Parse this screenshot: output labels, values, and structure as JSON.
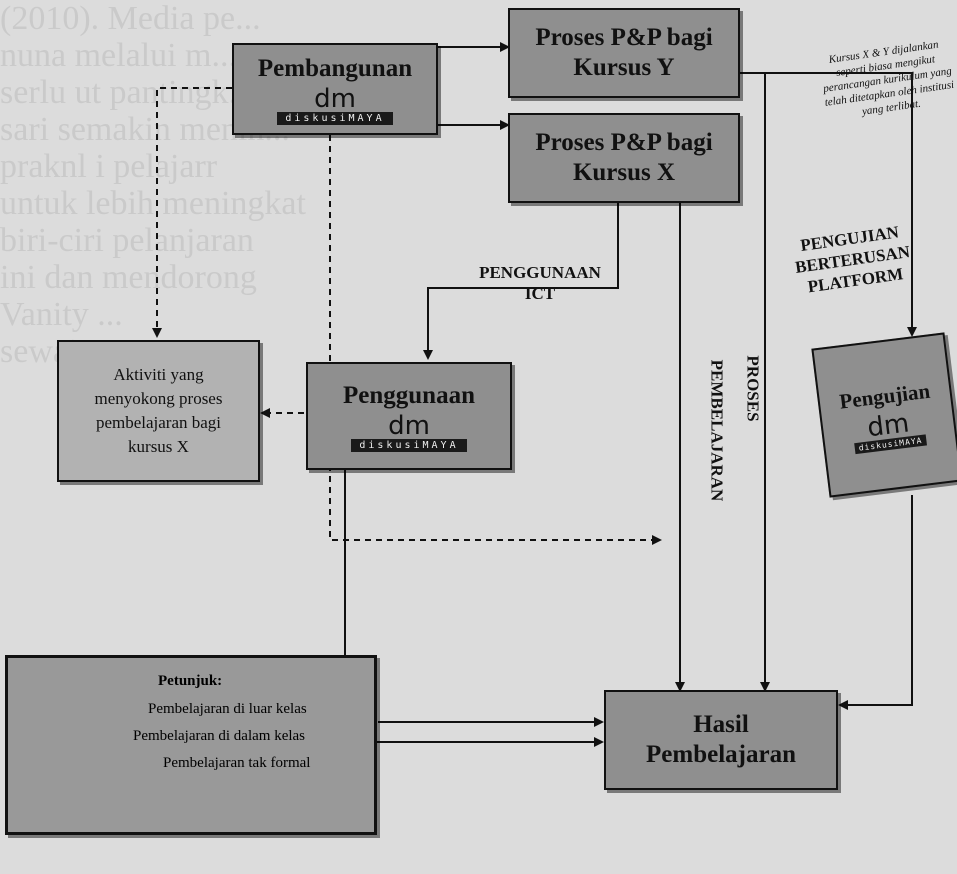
{
  "boxes": {
    "pembangunan": {
      "title": "Pembangunan"
    },
    "proses_y": {
      "line1": "Proses P&P bagi",
      "line2": "Kursus Y"
    },
    "proses_x": {
      "line1": "Proses P&P bagi",
      "line2": "Kursus X"
    },
    "aktiviti": {
      "line1": "Aktiviti yang",
      "line2": "menyokong proses",
      "line3": "pembelajaran bagi",
      "line4": "kursus X"
    },
    "penggunaan": {
      "title": "Penggunaan"
    },
    "pengujian": {
      "title": "Pengujian"
    },
    "hasil": {
      "line1": "Hasil",
      "line2": "Pembelajaran"
    }
  },
  "logo": {
    "mark": "dm",
    "wordmark": "diskusiMAYA"
  },
  "labels": {
    "penggunaan_ict_1": "PENGGUNAAN",
    "penggunaan_ict_2": "ICT",
    "pengujian_1": "PENGUJIAN",
    "pengujian_2": "BERTERUSAN",
    "pengujian_3": "PLATFORM",
    "proses": "PROSES",
    "pembelajaran": "PEMBELAJARAN"
  },
  "note": {
    "line1": "Kursus X & Y dijalankan",
    "line2": "seperti biasa mengikut",
    "line3": "perancangan kurikulum yang",
    "line4": "telah ditetapkan oleh institusi",
    "line5": "yang terlibat."
  },
  "legend": {
    "title": "Petunjuk:",
    "items": [
      {
        "label": "Pembelajaran di luar kelas",
        "style": "solid"
      },
      {
        "label": "Pembelajaran di dalam kelas",
        "style": "solid"
      },
      {
        "label": "Pembelajaran tak formal",
        "style": "dashed"
      }
    ]
  },
  "colors": {
    "box_fill": "#8f8f8f",
    "box_light": "#b2b2b2",
    "line": "#111111",
    "page": "#dcdcdc"
  },
  "background_text": "(2010). Media pe...\nnuna melalui m...\nserlu ut pantingk...\nsari semakin menin...\npraknl i pelajarr\nuntuk lebih meningkat\nbiri-ciri pelanjaran\nini dan mendorong\nVanity ...\nsewajarnya ..."
}
